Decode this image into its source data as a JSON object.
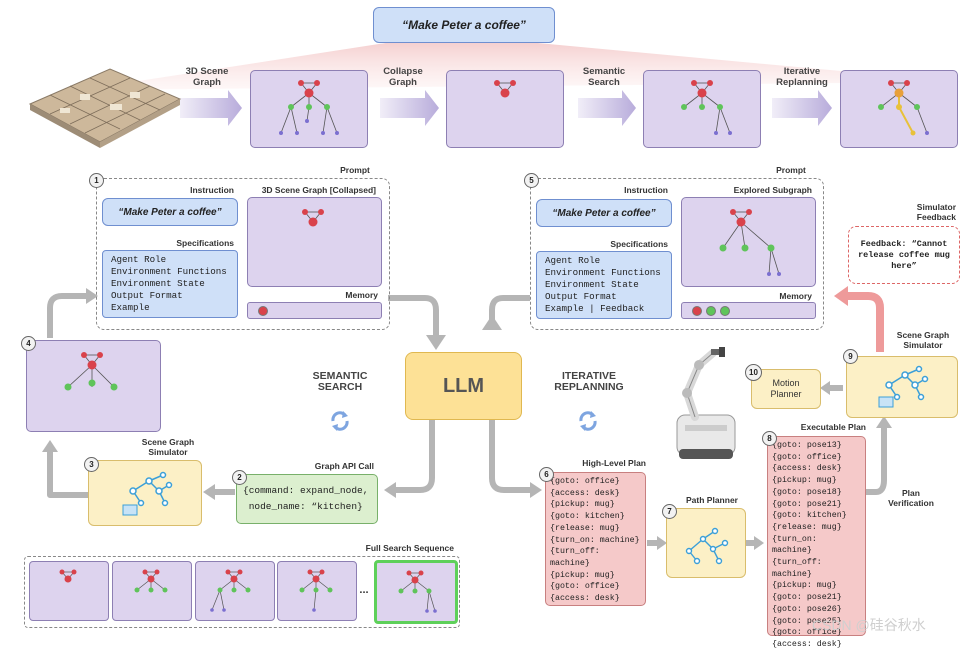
{
  "top": {
    "instruction": "“Make Peter a coffee”",
    "stages": [
      "3D Scene\nGraph",
      "Collapse\nGraph",
      "Semantic\nSearch",
      "Iterative\nReplanning"
    ]
  },
  "left_prompt": {
    "number": "1",
    "title": "Prompt",
    "instruction_label": "Instruction",
    "instruction": "“Make Peter a coffee”",
    "graph_label": "3D Scene Graph [Collapsed]",
    "spec_label": "Specifications",
    "spec_lines": [
      "Agent Role",
      "Environment Functions",
      "Environment State",
      "Output Format",
      "Example"
    ],
    "memory_label": "Memory"
  },
  "right_prompt": {
    "number": "5",
    "title": "Prompt",
    "instruction_label": "Instruction",
    "instruction": "“Make Peter a coffee”",
    "graph_label": "Explored Subgraph",
    "spec_label": "Specifications",
    "spec_lines": [
      "Agent Role",
      "Environment Functions",
      "Environment State",
      "Output Format",
      "Example | Feedback"
    ],
    "memory_label": "Memory"
  },
  "llm": "LLM",
  "semantic_search": "SEMANTIC\nSEARCH",
  "iterative_replanning": "ITERATIVE\nREPLANNING",
  "step4": {
    "number": "4"
  },
  "step3": {
    "number": "3",
    "label": "Scene Graph\nSimulator"
  },
  "step2": {
    "number": "2",
    "label": "Graph API Call",
    "lines": [
      "{command: expand_node,",
      " node_name: “kitchen}"
    ]
  },
  "full_search": {
    "label": "Full Search Sequence",
    "ellipsis": "..."
  },
  "step6": {
    "number": "6",
    "label": "High-Level Plan",
    "lines": [
      "{goto: office}",
      "{access: desk}",
      "{pickup: mug}",
      "{goto: kitchen}",
      "{release: mug}",
      "{turn_on: machine}",
      "{turn_off: machine}",
      "{pickup: mug}",
      "{goto: office}",
      "{access: desk}"
    ]
  },
  "step7": {
    "number": "7",
    "label": "Path Planner"
  },
  "step8": {
    "number": "8",
    "label": "Executable Plan",
    "lines": [
      "{goto: pose13}",
      "{goto: office}",
      "{access: desk}",
      "{pickup: mug}",
      "{goto: pose18}",
      "{goto: pose21}",
      "{goto: kitchen}",
      "{release: mug}",
      "{turn_on: machine}",
      "{turn_off: machine}",
      "{pickup: mug}",
      "{goto: pose21}",
      "{goto: pose26}",
      "{goto: pose25}",
      "{goto: office}",
      "{access: desk}"
    ]
  },
  "plan_verification": "Plan\nVerification",
  "step9": {
    "number": "9",
    "label": "Scene Graph\nSimulator"
  },
  "step10": {
    "number": "10",
    "label": "Motion\nPlanner"
  },
  "simulator_feedback": {
    "label": "Simulator\nFeedback",
    "text": "Feedback: “Cannot\nrelease coffee mug\nhere”"
  },
  "watermark": "CSDN @硅谷秋水",
  "colors": {
    "red_node": "#d9424b",
    "green_node": "#5fc45a",
    "purple_node": "#7b6fd0",
    "yellow_node": "#e8c13a",
    "purple_panel": "#ddd3ee",
    "llm": "#fde196"
  }
}
